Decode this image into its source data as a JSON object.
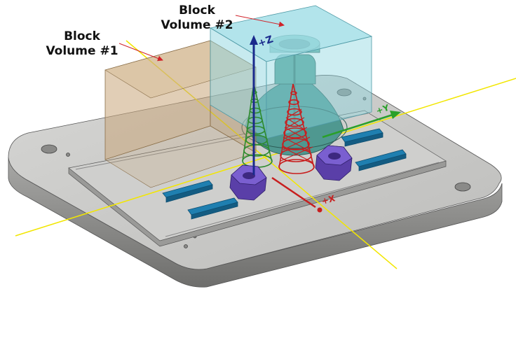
{
  "labels": {
    "volume1": {
      "line1": "Block",
      "line2": "Volume #1"
    },
    "volume2": {
      "line1": "Block",
      "line2": "Volume #2"
    }
  },
  "axes": {
    "z": "+Z",
    "y": "+Y",
    "x": "+X"
  },
  "colors": {
    "plate": "#c8c8c6",
    "plate_side": "#8e8e8c",
    "volume1": "#c8a67a",
    "volume2": "#8fd6e0",
    "part": "#5aa59a",
    "nut": "#6a4fb8",
    "bar": "#1f7fb0",
    "spiral_green": "#2e8b2e",
    "spiral_red": "#c81e1e",
    "axis_z": "#1a2a8c",
    "axis_y": "#2aa02a",
    "axis_x": "#c81e1e",
    "guide_line": "#f2e600",
    "callout": "#d0232a"
  }
}
